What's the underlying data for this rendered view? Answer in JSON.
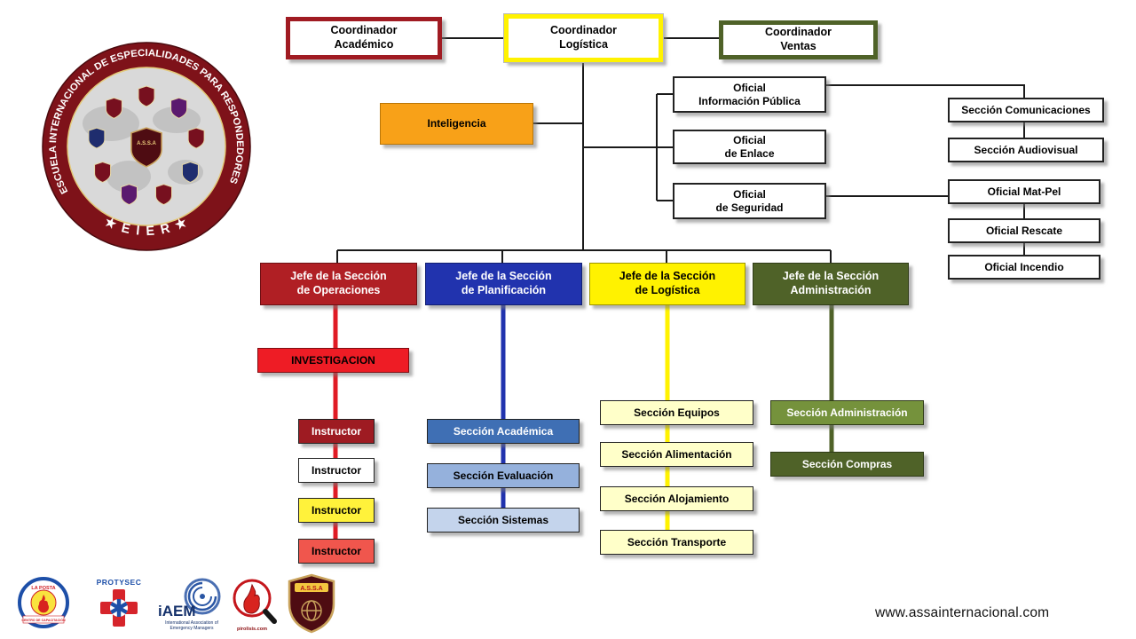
{
  "meta": {
    "website": "www.assainternacional.com"
  },
  "seal": {
    "ring_text": "ESCUELA INTERNACIONAL DE ESPECIALIDADES PARA RESPONDEDORES",
    "ring_bottom": "★ E I E R ★",
    "center_shield": "A.S.S.A"
  },
  "chart": {
    "coordinators": {
      "academico": "Coordinador\nAcadémico",
      "logistica": "Coordinador\nLogística",
      "ventas": "Coordinador\nVentas"
    },
    "inteligencia": "Inteligencia",
    "oficiales": {
      "info_publica": "Oficial\nInformación Pública",
      "enlace": "Oficial\nde Enlace",
      "seguridad": "Oficial\nde Seguridad"
    },
    "right_column": {
      "comunicaciones": "Sección Comunicaciones",
      "audiovisual": "Sección Audiovisual",
      "matpel": "Oficial Mat-Pel",
      "rescate": "Oficial Rescate",
      "incendio": "Oficial Incendio"
    },
    "jefes": {
      "operaciones": "Jefe de la Sección\nde Operaciones",
      "planificacion": "Jefe de la Sección\nde Planificación",
      "logistica": "Jefe de la Sección\nde Logística",
      "administracion": "Jefe de la Sección\nAdministración"
    },
    "operaciones_children": {
      "investigacion": "INVESTIGACION",
      "instructor1": "Instructor",
      "instructor2": "Instructor",
      "instructor3": "Instructor",
      "instructor4": "Instructor"
    },
    "planificacion_children": {
      "academica": "Sección Académica",
      "evaluacion": "Sección Evaluación",
      "sistemas": "Sección Sistemas"
    },
    "logistica_children": {
      "equipos": "Sección Equipos",
      "alimentacion": "Sección Alimentación",
      "alojamiento": "Sección Alojamiento",
      "transporte": "Sección Transporte"
    },
    "administracion_children": {
      "administracion": "Sección Administración",
      "compras": "Sección Compras"
    }
  },
  "footer_logos": {
    "la_posta": "LA POSTA",
    "la_posta_sub": "CENTRO DE CAPACITACIÓN",
    "protysec": "PROTYSEC",
    "iaem": "iAEM",
    "iaem_sub1": "International Association of",
    "iaem_sub2": "Emergency Managers",
    "pirolisis": "pirolisis.com",
    "assa": "A.S.S.A"
  },
  "colors": {
    "dark_red": "#A01B22",
    "bright_red": "#EE1C25",
    "salmon": "#F0564D",
    "yellow": "#FFF200",
    "pale_yellow": "#FFFFC9",
    "blue": "#2133AE",
    "mid_blue": "#3F6FB4",
    "light_blue": "#95B1DC",
    "pale_blue": "#C4D4EC",
    "dark_green": "#4F6228",
    "mid_green": "#75923C",
    "orange": "#F8A118",
    "seal_maroon": "#7E1219"
  }
}
